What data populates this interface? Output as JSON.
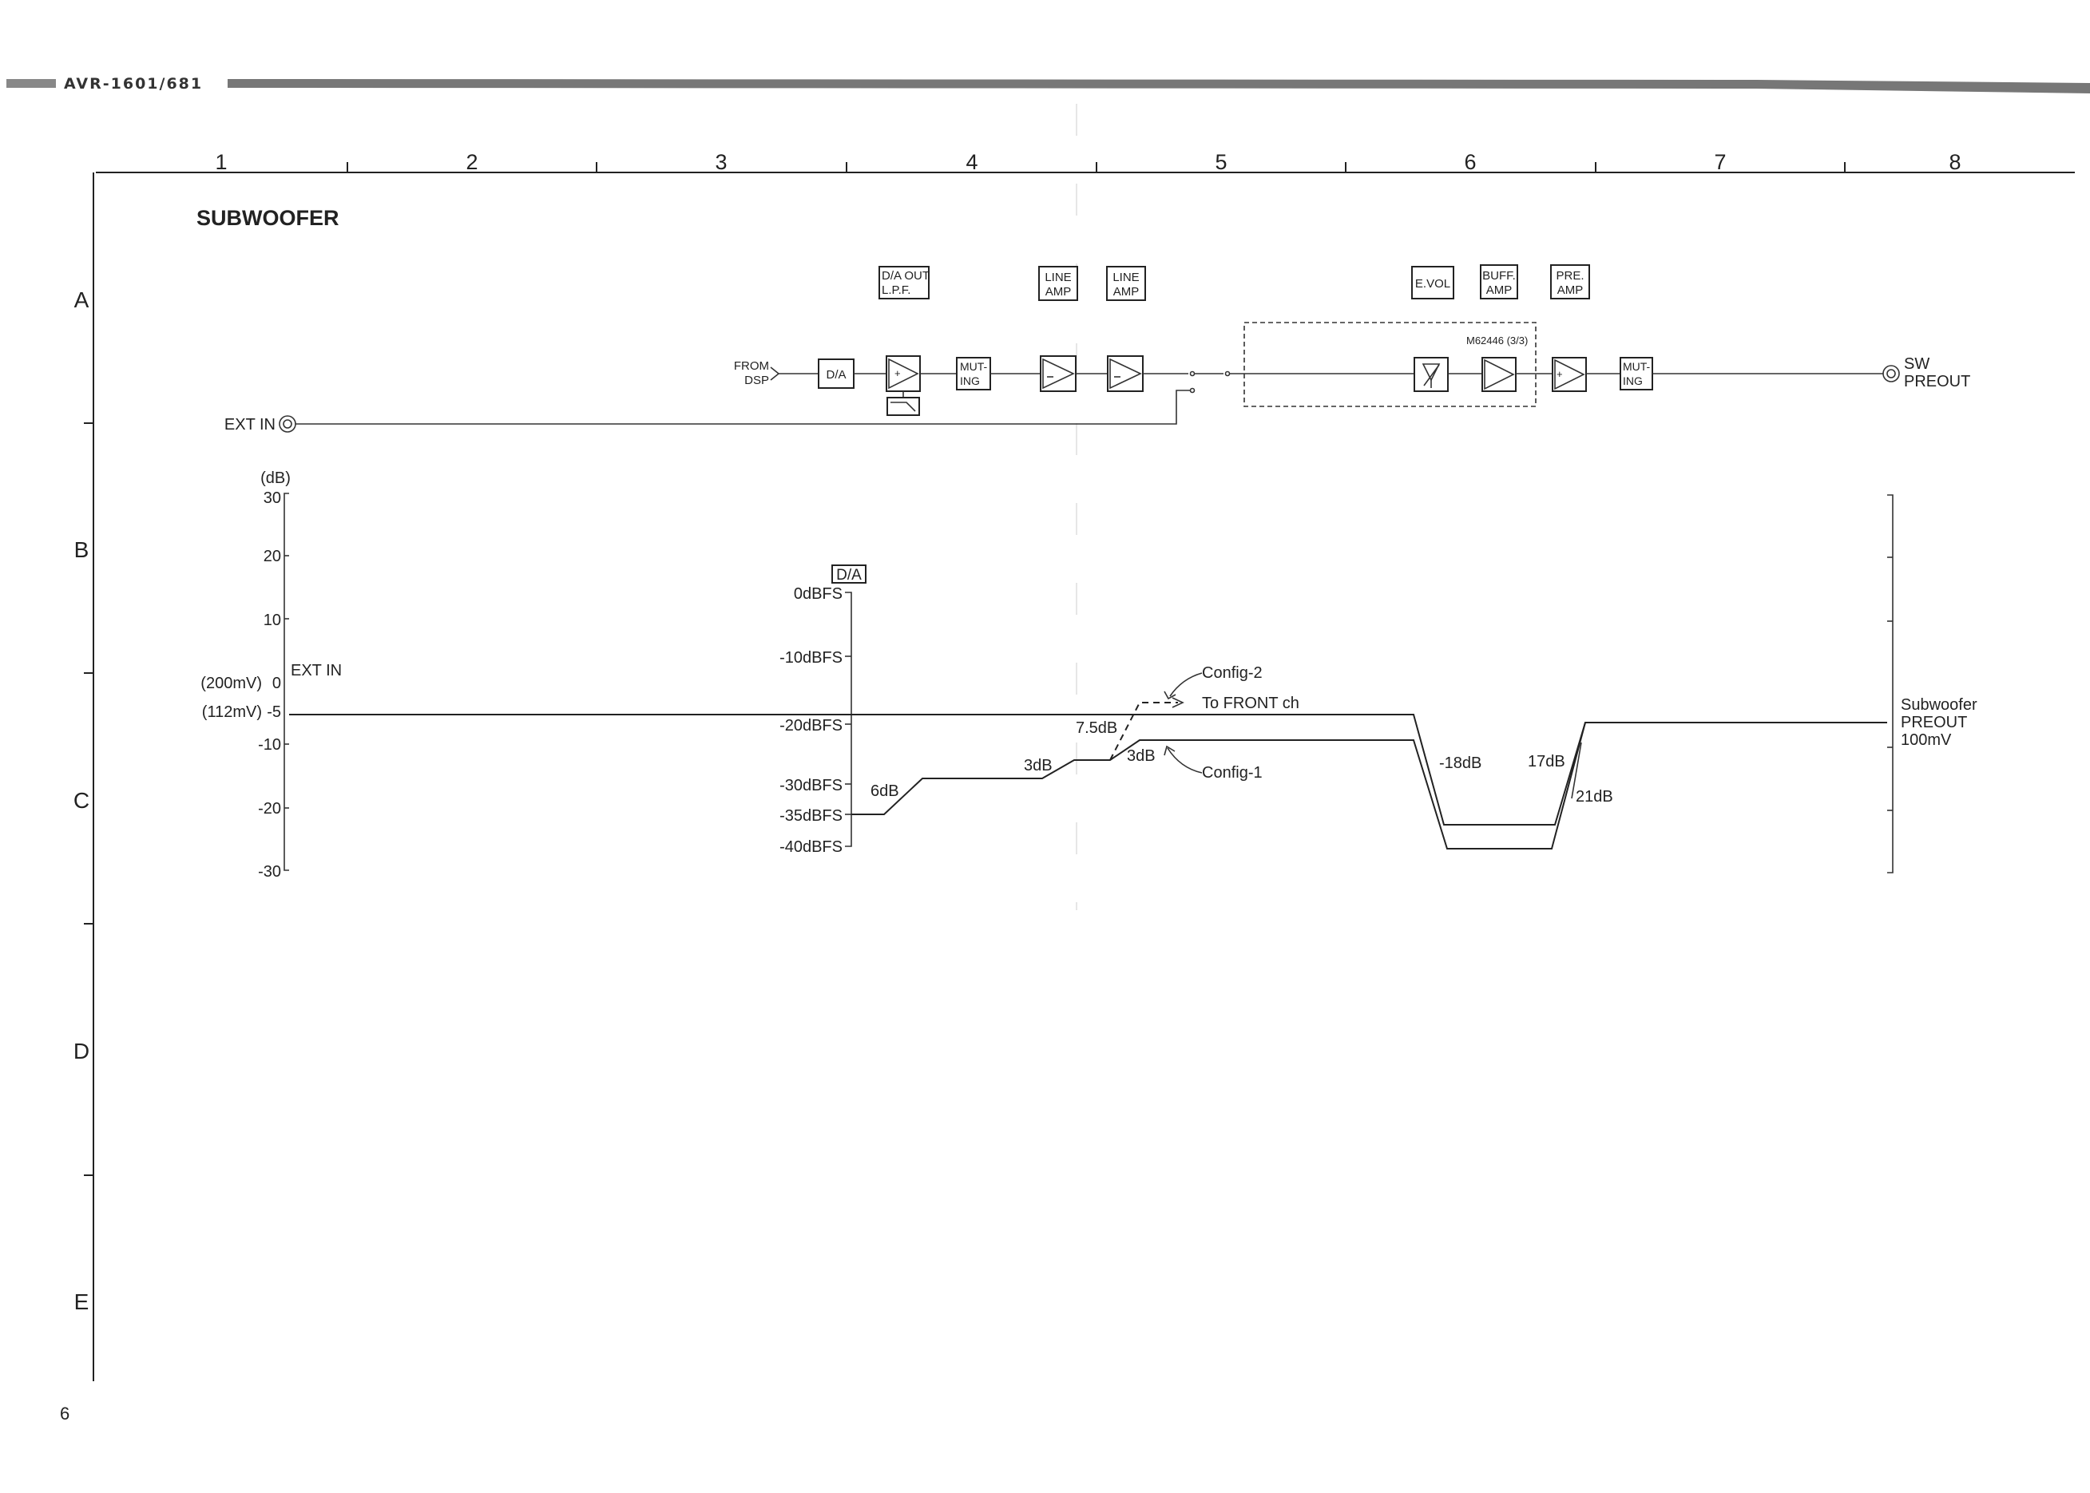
{
  "header": {
    "model": "AVR-1601/681"
  },
  "page_number": "6",
  "columns": [
    "1",
    "2",
    "3",
    "4",
    "5",
    "6",
    "7",
    "8"
  ],
  "rows": [
    "A",
    "B",
    "C",
    "D",
    "E"
  ],
  "title": "SUBWOOFER",
  "block_labels": {
    "da_out_lpf": [
      "D/A OUT",
      "L.P.F."
    ],
    "line_amp_1": [
      "LINE",
      "AMP"
    ],
    "line_amp_2": [
      "LINE",
      "AMP"
    ],
    "evol": [
      "E.VOL"
    ],
    "buff_amp": [
      "BUFF.",
      "AMP"
    ],
    "pre_amp": [
      "PRE.",
      "AMP"
    ]
  },
  "signal_chain": {
    "from_dsp": [
      "FROM",
      "DSP"
    ],
    "da_box": "D/A",
    "muting_1": [
      "MUT-",
      "ING"
    ],
    "muting_2": [
      "MUT-",
      "ING"
    ],
    "ic_label": "M62446 (3/3)",
    "ext_in": "EXT IN",
    "sw_preout": [
      "SW",
      "PREOUT"
    ]
  },
  "level_chart": {
    "unit": "(dB)",
    "left_ticks": [
      "30",
      "20",
      "10",
      "0",
      "-5",
      "-10",
      "-20",
      "-30"
    ],
    "ref_200mv": "(200mV)",
    "ref_112mv": "(112mV)",
    "ext_in_label": "EXT IN",
    "da_axis_title": "D/A",
    "da_ticks": [
      "0dBFS",
      "-10dBFS",
      "-20dBFS",
      "-30dBFS",
      "-35dBFS",
      "-40dBFS"
    ],
    "annotations": {
      "g6": "6dB",
      "g3a": "3dB",
      "g75": "7.5dB",
      "g3b": "3dB",
      "config2": "Config-2",
      "to_front": "To FRONT ch",
      "config1": "Config-1",
      "m18": "-18dB",
      "g17": "17dB",
      "g21": "21dB"
    },
    "output_label": [
      "Subwoofer",
      "PREOUT",
      "100mV"
    ]
  }
}
